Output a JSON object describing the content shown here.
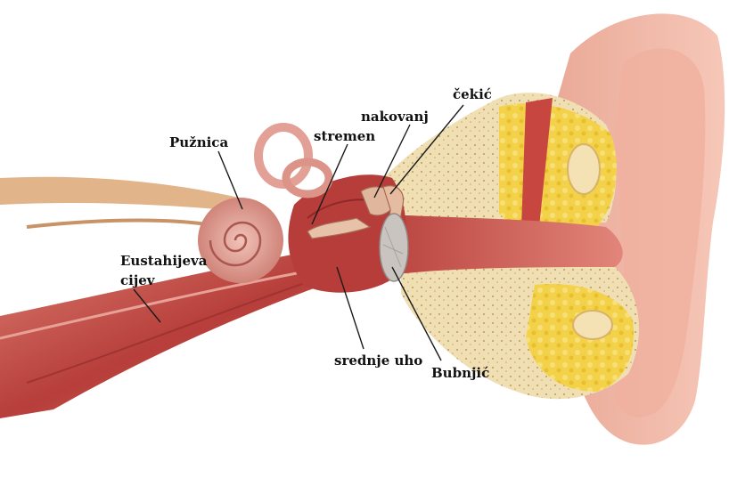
{
  "labels": {
    "puznica": "Pužnica",
    "stremen": "stremen",
    "nakovanj": "nakovanj",
    "cekic": "čekić",
    "eustahijeva_1": "Eustahijeva",
    "eustahijeva_2": "cijev",
    "srednje_uho": "srednje uho",
    "bubnjic": "Bubnjić"
  },
  "colors": {
    "skin": "#f2b7a6",
    "skin_dark": "#e08f7c",
    "canal": "#c9554c",
    "bone": "#f4e1b4",
    "bone_yellow": "#f3d24a",
    "muscle": "#c24a45",
    "cochlea": "#d99489"
  }
}
